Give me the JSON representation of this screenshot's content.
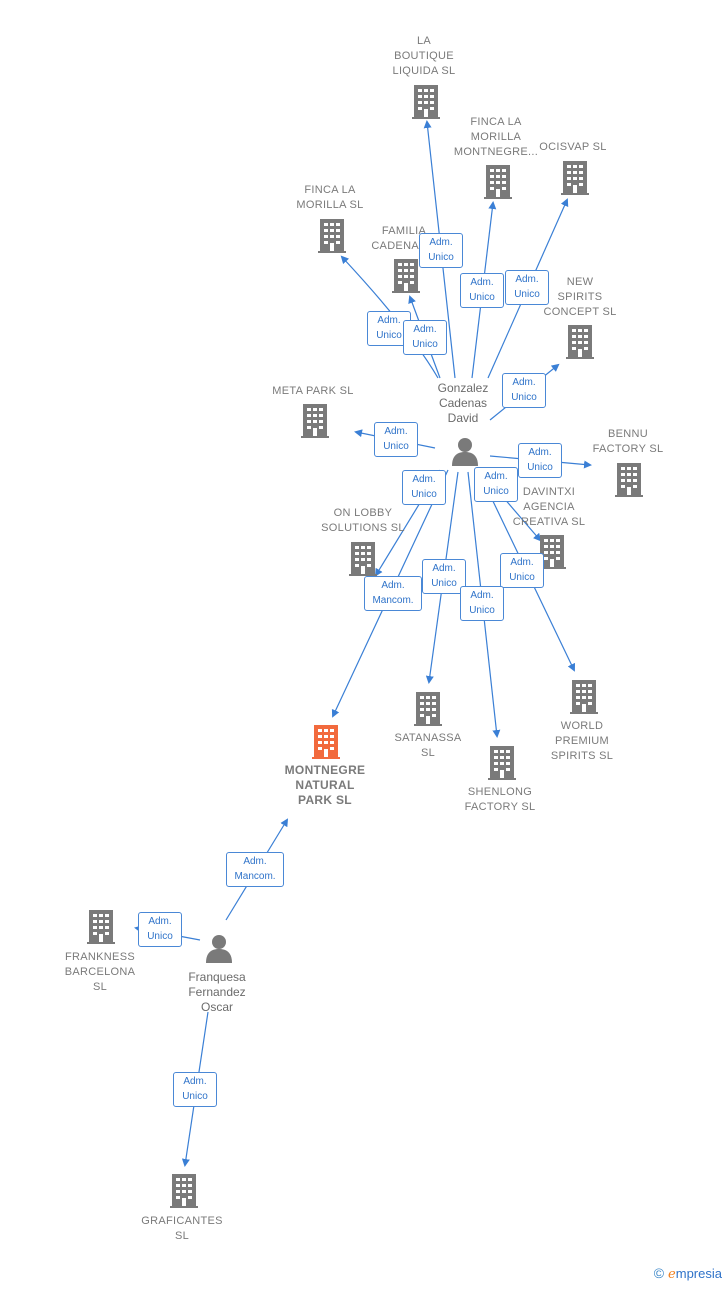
{
  "colors": {
    "edge": "#3a7fd5",
    "building": "#7a7a7a",
    "building_main": "#f26a3d",
    "person": "#7a7a7a"
  },
  "companies": {
    "la_boutique": "LA\nBOUTIQUE\nLIQUIDA  SL",
    "finca_montnegre": "FINCA LA\nMORILLA\nMONTNEGRE...",
    "ocisvap": "OCISVAP SL",
    "finca_morilla": "FINCA LA\nMORILLA  SL",
    "familia_cadenas": "FAMILIA\nCADENAS...",
    "new_spirits": "NEW\nSPIRITS\nCONCEPT  SL",
    "meta_park": "META PARK  SL",
    "bennu": "BENNU\nFACTORY  SL",
    "davintxi": "DAVINTXI\nAGENCIA\nCREATIVA  SL",
    "on_lobby": "ON LOBBY\nSOLUTIONS  SL",
    "montnegre": "MONTNEGRE\nNATURAL\nPARK  SL",
    "satanassa": "SATANASSA\nSL",
    "shenlong": "SHENLONG\nFACTORY  SL",
    "world_premium": "WORLD\nPREMIUM\nSPIRITS  SL",
    "frankness": "FRANKNESS\nBARCELONA\nSL",
    "graficantes": "GRAFICANTES\nSL"
  },
  "persons": {
    "gonzalez": "Gonzalez\nCadenas\nDavid",
    "franquesa": "Franquesa\nFernandez\nOscar"
  },
  "roles": {
    "adm_unico": "Adm.\nUnico",
    "adm_mancom": "Adm.\nMancom."
  },
  "footer": {
    "copyright": "©",
    "brand_e": "e",
    "brand_rest": "mpresia"
  }
}
